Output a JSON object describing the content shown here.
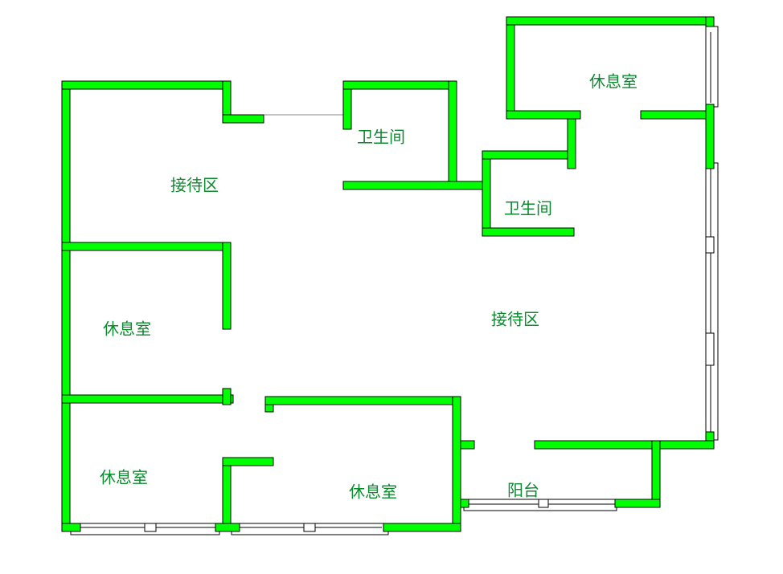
{
  "colors": {
    "wall": "#00ff00",
    "outline": "#000000",
    "label": "#0b8a2e"
  },
  "rooms": [
    {
      "name": "reception-left",
      "label": "接待区"
    },
    {
      "name": "bathroom-top",
      "label": "卫生间"
    },
    {
      "name": "bathroom-right",
      "label": "卫生间"
    },
    {
      "name": "rest-room-top-right",
      "label": "休息室"
    },
    {
      "name": "rest-room-left-middle",
      "label": "休息室"
    },
    {
      "name": "reception-main",
      "label": "接待区"
    },
    {
      "name": "rest-room-bottom-left",
      "label": "休息室"
    },
    {
      "name": "rest-room-bottom-middle",
      "label": "休息室"
    },
    {
      "name": "balcony",
      "label": "阳台"
    }
  ]
}
